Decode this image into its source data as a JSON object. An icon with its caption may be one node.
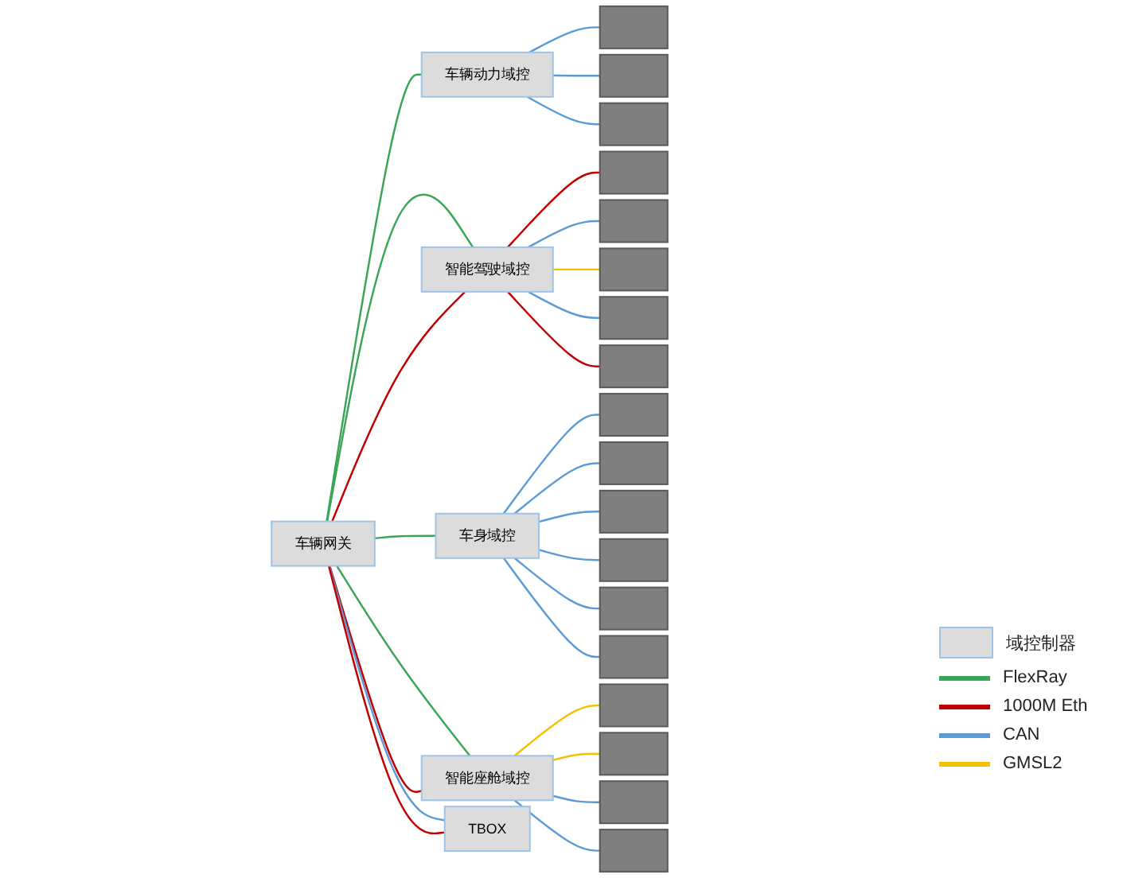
{
  "diagram": {
    "nodes": [
      {
        "text": [
          "车辆动力域控"
        ]
      },
      {
        "text": [],
        "shape": "box"
      },
      {
        "text": [],
        "shape": "box"
      },
      {
        "text": [],
        "shape": "box"
      },
      {
        "text": [
          "智能驾驶域控"
        ]
      },
      {
        "text": [],
        "shape": "box"
      },
      {
        "text": [],
        "shape": "box"
      },
      {
        "text": [],
        "shape": "box"
      },
      {
        "text": [],
        "shape": "box"
      },
      {
        "text": [],
        "shape": "box"
      },
      {
        "text": [
          "车身域控"
        ]
      },
      {
        "text": [],
        "shape": "box"
      },
      {
        "text": [],
        "shape": "box"
      },
      {
        "text": [],
        "shape": "box"
      },
      {
        "text": [],
        "shape": "box"
      },
      {
        "text": [],
        "shape": "box"
      },
      {
        "text": [],
        "shape": "box"
      },
      {
        "text": [
          "智能座舱域控"
        ]
      },
      {
        "text": [],
        "shape": "box"
      },
      {
        "text": [],
        "shape": "box"
      },
      {
        "text": [],
        "shape": "box"
      },
      {
        "text": [],
        "shape": "box"
      },
      {
        "text": [
          "车辆网关"
        ]
      },
      {
        "text": [
          "TBOX"
        ]
      }
    ],
    "edges": [
      {
        "from": 0,
        "to": 1,
        "arrow": "none"
      },
      {
        "from": 0,
        "to": 2,
        "arrow": "none"
      },
      {
        "from": 0,
        "to": 3,
        "arrow": "none"
      },
      {
        "from": 4,
        "to": 5,
        "arrow": "none",
        "color": "#c00000"
      },
      {
        "from": 4,
        "to": 6,
        "arrow": "none"
      },
      {
        "from": 4,
        "to": 7,
        "arrow": "none",
        "color": "#f5c000"
      },
      {
        "from": 4,
        "to": 8,
        "arrow": "none"
      },
      {
        "from": 4,
        "to": 9,
        "arrow": "none",
        "color": "#c00000"
      },
      {
        "from": 10,
        "to": 11,
        "arrow": "none"
      },
      {
        "from": 10,
        "to": 12,
        "arrow": "none"
      },
      {
        "from": 10,
        "to": 13,
        "arrow": "none"
      },
      {
        "from": 10,
        "to": 14,
        "arrow": "none"
      },
      {
        "from": 10,
        "to": 15,
        "arrow": "none"
      },
      {
        "from": 10,
        "to": 16,
        "arrow": "none"
      },
      {
        "from": 17,
        "to": 18,
        "arrow": "none",
        "color": "#f5c000"
      },
      {
        "from": 17,
        "to": 19,
        "arrow": "none",
        "color": "#f5c000"
      },
      {
        "from": 17,
        "to": 20,
        "arrow": "none"
      },
      {
        "from": 17,
        "to": 21,
        "arrow": "none"
      },
      {
        "from": 22,
        "to": 0,
        "arrow": "none",
        "color": "#3aa655"
      },
      {
        "from": 22,
        "to": 4,
        "arrow": "none",
        "color": "#3aa655"
      },
      {
        "from": 22,
        "to": 10,
        "arrow": "none",
        "color": "#3aa655"
      },
      {
        "from": 22,
        "to": 17,
        "arrow": "none",
        "color": "#3aa655"
      },
      {
        "from": 22,
        "to": 4,
        "arrow": "none",
        "color": "#c00000"
      },
      {
        "from": 22,
        "to": 17,
        "arrow": "none",
        "color": "#c00000"
      },
      {
        "from": 22,
        "to": 23,
        "arrow": "none"
      },
      {
        "from": 22,
        "to": 23,
        "arrow": "none",
        "color": "#c00000"
      }
    ],
    "legend": [
      {
        "text": "域控制器",
        "color": "#dcdcdc"
      },
      {
        "text": "FlexRay"
      },
      {
        "text": "1000M Eth"
      },
      {
        "text": "CAN"
      },
      {
        "text": "GMSL2"
      }
    ]
  }
}
